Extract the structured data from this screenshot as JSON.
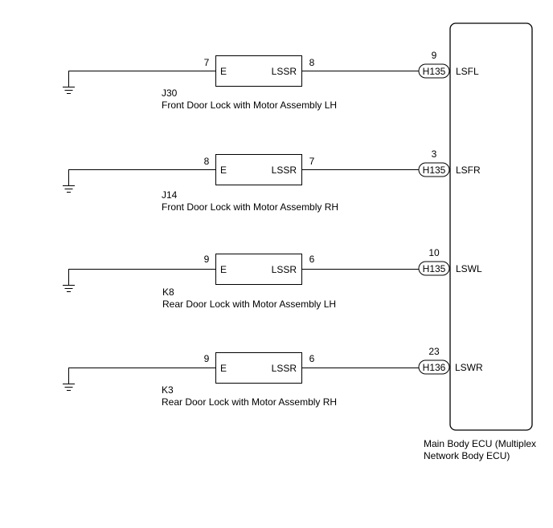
{
  "ecu": {
    "name_line1": "Main Body ECU (Multiplex",
    "name_line2": "Network Body ECU)"
  },
  "circuits": [
    {
      "code": "J30",
      "description": "Front Door Lock with Motor Assembly LH",
      "pin_e": "7",
      "pin_lssr": "8",
      "label_e": "E",
      "label_lssr": "LSSR",
      "connector": "H135",
      "ecu_pin": "9",
      "signal": "LSFL"
    },
    {
      "code": "J14",
      "description": "Front Door Lock with Motor Assembly RH",
      "pin_e": "8",
      "pin_lssr": "7",
      "label_e": "E",
      "label_lssr": "LSSR",
      "connector": "H135",
      "ecu_pin": "3",
      "signal": "LSFR"
    },
    {
      "code": "K8",
      "description": "Rear Door Lock with Motor Assembly LH",
      "pin_e": "9",
      "pin_lssr": "6",
      "label_e": "E",
      "label_lssr": "LSSR",
      "connector": "H135",
      "ecu_pin": "10",
      "signal": "LSWL"
    },
    {
      "code": "K3",
      "description": "Rear Door Lock with Motor Assembly RH",
      "pin_e": "9",
      "pin_lssr": "6",
      "label_e": "E",
      "label_lssr": "LSSR",
      "connector": "H136",
      "ecu_pin": "23",
      "signal": "LSWR"
    }
  ]
}
